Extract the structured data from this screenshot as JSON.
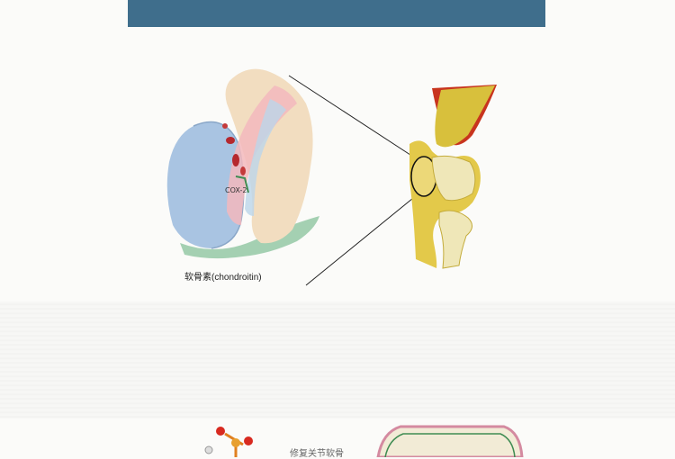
{
  "cartilage_illustration": {
    "cox_label": "COX-2",
    "caption": "软骨素(chondroitin)"
  },
  "bottom_section": {
    "heading": "修复关节软骨"
  },
  "colors": {
    "banner": "#3f6e8c",
    "background": "#fbfbf9"
  }
}
